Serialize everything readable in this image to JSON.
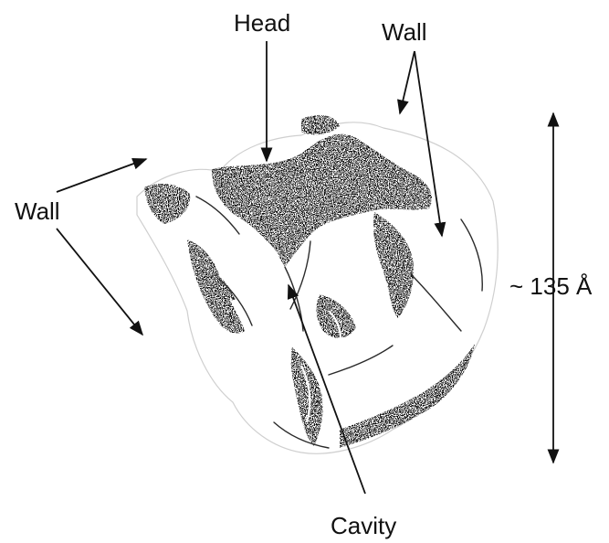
{
  "labels": {
    "head": "Head",
    "wall_top": "Wall",
    "wall_left": "Wall",
    "size": "~ 135 Å",
    "cavity": "Cavity"
  },
  "colors": {
    "ink": "#111111",
    "background": "#ffffff"
  }
}
